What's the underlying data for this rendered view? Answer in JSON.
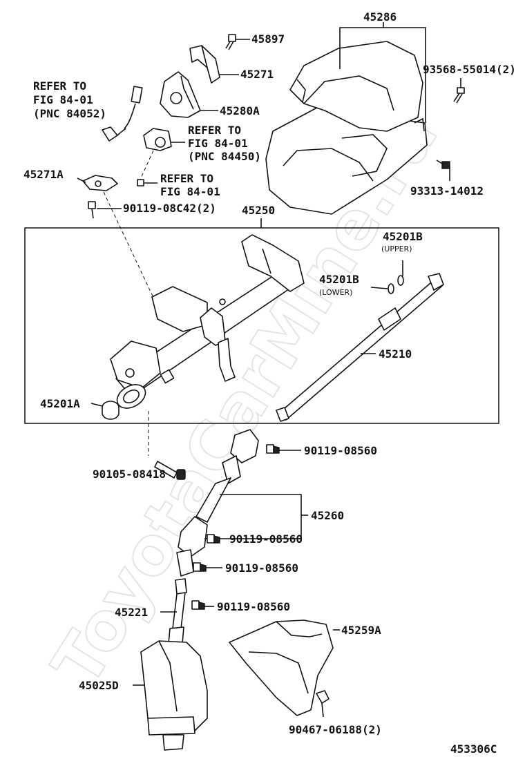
{
  "watermark": "ToyotaCarMine.ru",
  "figure_id": "453306C",
  "labels": {
    "p45286": "45286",
    "p45897": "45897",
    "p45271": "45271",
    "p45280A": "45280A",
    "p93568": "93568-55014(2)",
    "p93313": "93313-14012",
    "refer_a1": "REFER TO",
    "refer_a2": "FIG 84-01",
    "refer_a3": "(PNC 84052)",
    "refer_b1": "REFER TO",
    "refer_b2": "FIG 84-01",
    "refer_b3": "(PNC 84450)",
    "refer_c1": "REFER TO",
    "refer_c2": "FIG 84-01",
    "p45271A": "45271A",
    "p90119_08C42": "90119-08C42(2)",
    "p45250": "45250",
    "p45201B_upper": "45201B",
    "upper": "(UPPER)",
    "p45201B_lower": "45201B",
    "lower": "(LOWER)",
    "p45210": "45210",
    "p45201A": "45201A",
    "p90119_08560_a": "90119-08560",
    "p90105": "90105-08418",
    "p45260": "45260",
    "p90119_08560_b": "90119-08560",
    "p90119_08560_c": "90119-08560",
    "p45221": "45221",
    "p90119_08560_d": "90119-08560",
    "p45259A": "45259A",
    "p45025D": "45025D",
    "p90467": "90467-06188(2)"
  }
}
